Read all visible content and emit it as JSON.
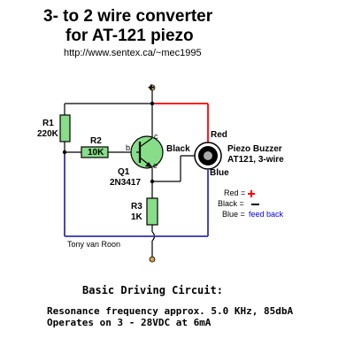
{
  "title": {
    "line1": "3- to 2 wire converter",
    "line2": "for AT-121 piezo",
    "url": "http://www.sentex.ca/~mec1995"
  },
  "components": {
    "r1_name": "R1",
    "r1_value": "220K",
    "r2_name": "R2",
    "r2_value": "10K",
    "r3_name": "R3",
    "r3_value": "1K",
    "q1_name": "Q1",
    "q1_part": "2N3417",
    "pin_b": "b",
    "pin_c": "c",
    "pin_e": "e",
    "plus_sign": "+"
  },
  "piezo": {
    "red": "Red",
    "black": "Black",
    "blue": "Blue",
    "name": "Piezo Buzzer",
    "model": "AT121, 3-wire"
  },
  "legend": {
    "red_label": "Red =",
    "red_sym": "+",
    "black_label": "Black =",
    "black_sym": "—",
    "blue_label": "Blue =",
    "blue_text": "feed back"
  },
  "author": "Tony van Roon",
  "footer": {
    "heading": "Basic Driving Circuit:",
    "line1": "Resonance frequency approx. 5.0 KHz, 85dbA",
    "line2": "Operates on 3 - 28VDC at 6mA"
  },
  "colors": {
    "red_wire": "#ff0000",
    "blue_wire": "#3333aa",
    "component_fill": "#88dd88",
    "transistor_fill": "#88dd88",
    "terminal_fill": "#d4a24a",
    "feedback_text": "#0000ee"
  }
}
